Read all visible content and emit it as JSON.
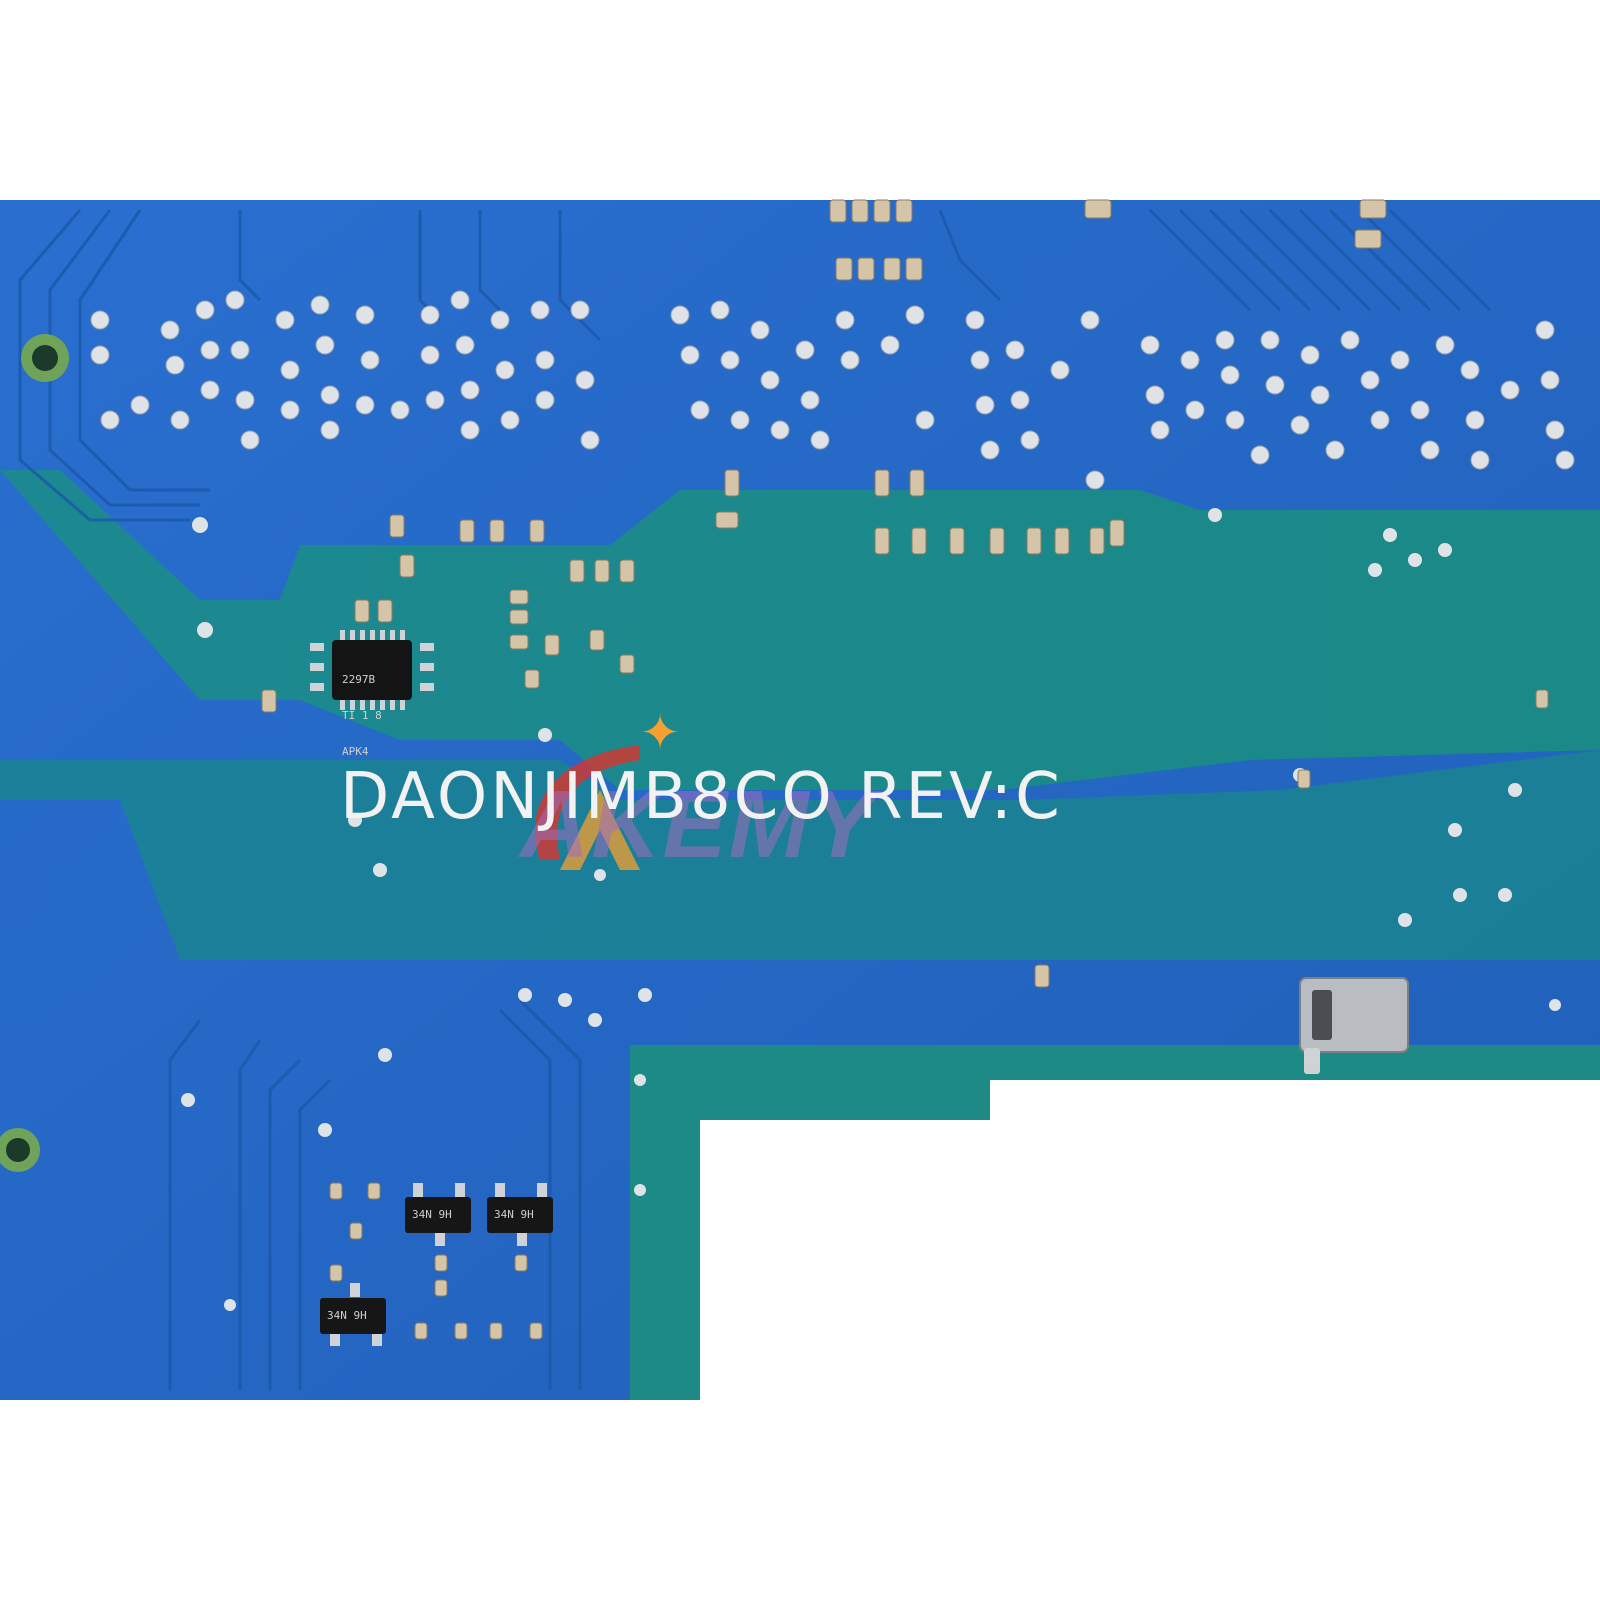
{
  "board": {
    "model_label": "DAONJIMB8CO REV:C"
  },
  "components": {
    "ic_main_marking": [
      "2297B",
      "TI 1 8",
      "APK4"
    ],
    "transistor_markings": [
      "34N 9H",
      "34N 9H",
      "34N 9H"
    ]
  },
  "watermark": {
    "text": "AKEMY",
    "colors": {
      "arc_red": "#d8342c",
      "star_orange": "#f5a030",
      "text_purple": "#9a6ac0"
    }
  },
  "colors": {
    "pcb_blue": "#1e62c2",
    "pcb_teal": "#1b8a86",
    "solder_silver": "#d9dde2",
    "background": "#ffffff"
  }
}
